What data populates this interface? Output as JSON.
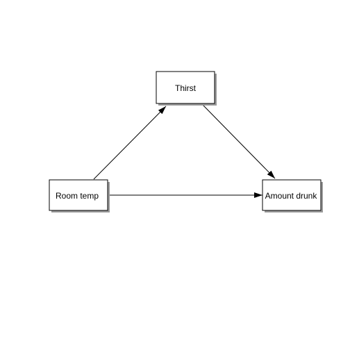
{
  "diagram": {
    "nodes": [
      {
        "id": "thirst",
        "label": "Thirst"
      },
      {
        "id": "room_temp",
        "label": "Room temp"
      },
      {
        "id": "amount_drunk",
        "label": "Amount drunk"
      }
    ],
    "edges": [
      {
        "from": "room_temp",
        "to": "thirst"
      },
      {
        "from": "thirst",
        "to": "amount_drunk"
      },
      {
        "from": "room_temp",
        "to": "amount_drunk"
      }
    ],
    "colors": {
      "stroke": "#000000",
      "fill": "#ffffff",
      "shadow": "#9a9a9a"
    }
  }
}
